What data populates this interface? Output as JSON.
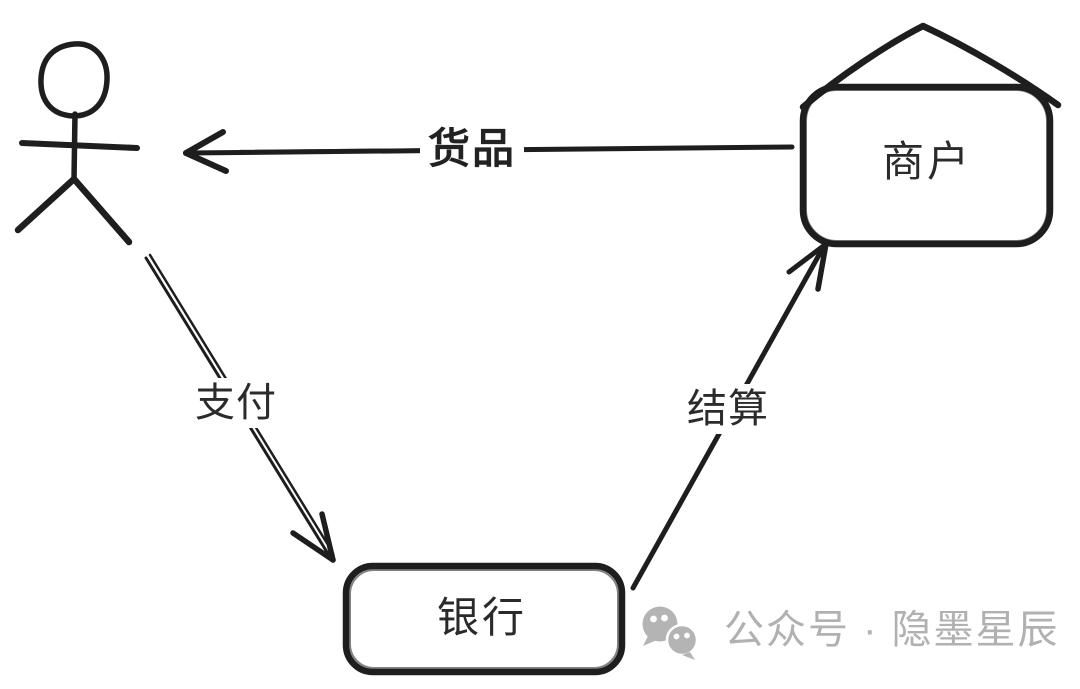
{
  "diagram": {
    "type": "flow",
    "nodes": {
      "customer": {
        "label": "",
        "shape": "stick-figure"
      },
      "merchant": {
        "label": "商户",
        "shape": "house"
      },
      "bank": {
        "label": "银行",
        "shape": "rounded-rect"
      }
    },
    "edges": {
      "goods": {
        "label": "货品",
        "from": "merchant",
        "to": "customer"
      },
      "payment": {
        "label": "支付",
        "from": "customer",
        "to": "bank"
      },
      "settlement": {
        "label": "结算",
        "from": "bank",
        "to": "merchant"
      }
    },
    "colors": {
      "stroke": "#1e1e1e",
      "background": "#ffffff",
      "label_text": "#2a2a2a"
    }
  },
  "watermark": {
    "text": "公众号 · 隐墨星辰",
    "icon": "wechat-icon",
    "color": "#b1b1b1"
  }
}
